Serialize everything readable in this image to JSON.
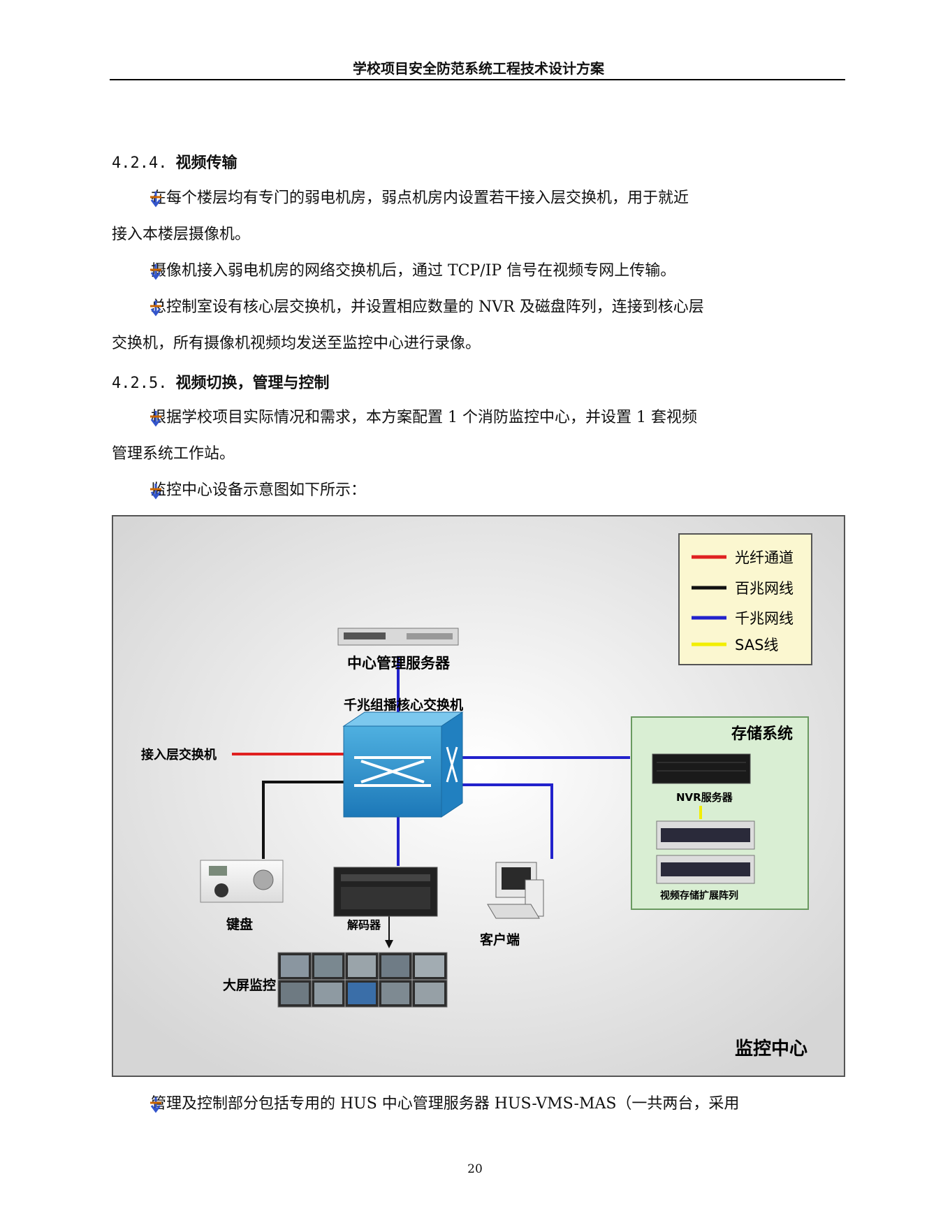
{
  "header": {
    "title": "学校项目安全防范系统工程技术设计方案"
  },
  "section1": {
    "number": "4.2.4.",
    "title": "视频传输"
  },
  "s1_bullets": [
    "在每个楼层均有专门的弱电机房，弱点机房内设置若干接入层交换机，用于就近",
    "接入本楼层摄像机。",
    "摄像机接入弱电机房的网络交换机后，通过 TCP/IP 信号在视频专网上传输。",
    "总控制室设有核心层交换机，并设置相应数量的 NVR 及磁盘阵列，连接到核心层",
    "交换机，所有摄像机视频均发送至监控中心进行录像。"
  ],
  "section2": {
    "number": "4.2.5.",
    "title": "视频切换，管理与控制"
  },
  "s2_bullets": [
    "根据学校项目实际情况和需求，本方案配置 1 个消防监控中心，并设置 1 套视频",
    "管理系统工作站。",
    "监控中心设备示意图如下所示：",
    "管理及控制部分包括专用的 HUS 中心管理服务器 HUS-VMS-MAS（一共两台，采用"
  ],
  "diagram": {
    "legend": [
      {
        "label": "光纤通道",
        "color": "#e02020"
      },
      {
        "label": "百兆网线",
        "color": "#111111"
      },
      {
        "label": "千兆网线",
        "color": "#2222cc"
      },
      {
        "label": "SAS线",
        "color": "#f2ee00"
      }
    ],
    "server_label": "中心管理服务器",
    "switch_label": "千兆组播核心交换机",
    "access_label": "接入层交换机",
    "storage_title": "存储系统",
    "nvr_label": "NVR服务器",
    "array_label": "视频存储扩展阵列",
    "keyboard_label": "键盘",
    "decoder_label": "解码器",
    "client_label": "客户端",
    "screen_label": "大屏监控",
    "center_label": "监控中心"
  },
  "footer": {
    "page_number": "20"
  }
}
